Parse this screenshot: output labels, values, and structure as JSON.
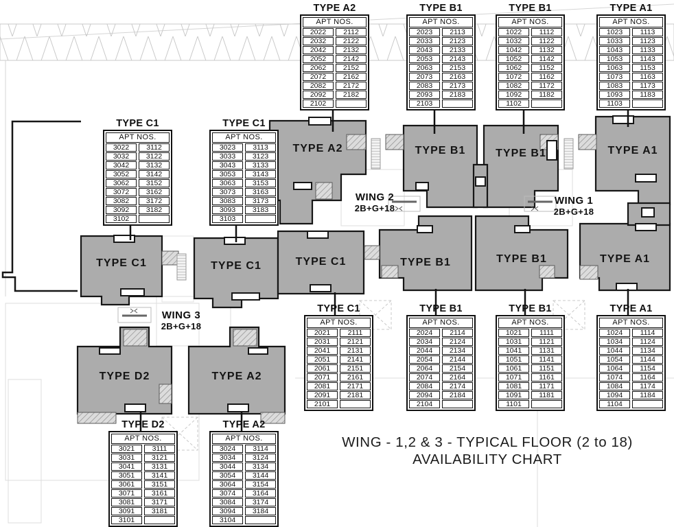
{
  "title": {
    "line1": "WING - 1,2 & 3 - TYPICAL FLOOR (2 to 18)",
    "line2": "AVAILABILITY CHART"
  },
  "header_label": "APT NOS.",
  "wings": [
    {
      "name": "WING 2",
      "sub": "2B+G+18"
    },
    {
      "name": "WING 1",
      "sub": "2B+G+18"
    },
    {
      "name": "WING 3",
      "sub": "2B+G+18"
    }
  ],
  "blocks": [
    {
      "label": "TYPE A2"
    },
    {
      "label": "TYPE B1"
    },
    {
      "label": "TYPE B1"
    },
    {
      "label": "TYPE A1"
    },
    {
      "label": "TYPE C1"
    },
    {
      "label": "TYPE C1"
    },
    {
      "label": "TYPE C1"
    },
    {
      "label": "TYPE B1"
    },
    {
      "label": "TYPE B1"
    },
    {
      "label": "TYPE A1"
    },
    {
      "label": "TYPE D2"
    },
    {
      "label": "TYPE A2"
    }
  ],
  "tables": [
    {
      "id": "a2-top",
      "type": "TYPE A2",
      "rows": [
        [
          "2022",
          "2112"
        ],
        [
          "2032",
          "2122"
        ],
        [
          "2042",
          "2132"
        ],
        [
          "2052",
          "2142"
        ],
        [
          "2062",
          "2152"
        ],
        [
          "2072",
          "2162"
        ],
        [
          "2082",
          "2172"
        ],
        [
          "2092",
          "2182"
        ],
        [
          "2102",
          ""
        ]
      ]
    },
    {
      "id": "b1-top-w2",
      "type": "TYPE B1",
      "rows": [
        [
          "2023",
          "2113"
        ],
        [
          "2033",
          "2123"
        ],
        [
          "2043",
          "2133"
        ],
        [
          "2053",
          "2143"
        ],
        [
          "2063",
          "2153"
        ],
        [
          "2073",
          "2163"
        ],
        [
          "2083",
          "2173"
        ],
        [
          "2093",
          "2183"
        ],
        [
          "2103",
          ""
        ]
      ]
    },
    {
      "id": "b1-top-w1",
      "type": "TYPE B1",
      "rows": [
        [
          "1022",
          "1112"
        ],
        [
          "1032",
          "1122"
        ],
        [
          "1042",
          "1132"
        ],
        [
          "1052",
          "1142"
        ],
        [
          "1062",
          "1152"
        ],
        [
          "1072",
          "1162"
        ],
        [
          "1082",
          "1172"
        ],
        [
          "1092",
          "1182"
        ],
        [
          "1102",
          ""
        ]
      ]
    },
    {
      "id": "a1-top",
      "type": "TYPE A1",
      "rows": [
        [
          "1023",
          "1113"
        ],
        [
          "1033",
          "1123"
        ],
        [
          "1043",
          "1133"
        ],
        [
          "1053",
          "1143"
        ],
        [
          "1063",
          "1153"
        ],
        [
          "1073",
          "1163"
        ],
        [
          "1083",
          "1173"
        ],
        [
          "1093",
          "1183"
        ],
        [
          "1103",
          ""
        ]
      ]
    },
    {
      "id": "c1-left-1",
      "type": "TYPE C1",
      "rows": [
        [
          "3022",
          "3112"
        ],
        [
          "3032",
          "3122"
        ],
        [
          "3042",
          "3132"
        ],
        [
          "3052",
          "3142"
        ],
        [
          "3062",
          "3152"
        ],
        [
          "3072",
          "3162"
        ],
        [
          "3082",
          "3172"
        ],
        [
          "3092",
          "3182"
        ],
        [
          "3102",
          ""
        ]
      ]
    },
    {
      "id": "c1-left-2",
      "type": "TYPE C1",
      "rows": [
        [
          "3023",
          "3113"
        ],
        [
          "3033",
          "3123"
        ],
        [
          "3043",
          "3133"
        ],
        [
          "3053",
          "3143"
        ],
        [
          "3063",
          "3153"
        ],
        [
          "3073",
          "3163"
        ],
        [
          "3083",
          "3173"
        ],
        [
          "3093",
          "3183"
        ],
        [
          "3103",
          ""
        ]
      ]
    },
    {
      "id": "c1-bottom",
      "type": "TYPE C1",
      "rows": [
        [
          "2021",
          "2111"
        ],
        [
          "2031",
          "2121"
        ],
        [
          "2041",
          "2131"
        ],
        [
          "2051",
          "2141"
        ],
        [
          "2061",
          "2151"
        ],
        [
          "2071",
          "2161"
        ],
        [
          "2081",
          "2171"
        ],
        [
          "2091",
          "2181"
        ],
        [
          "2101",
          ""
        ]
      ]
    },
    {
      "id": "b1-bottom-w2",
      "type": "TYPE B1",
      "rows": [
        [
          "2024",
          "2114"
        ],
        [
          "2034",
          "2124"
        ],
        [
          "2044",
          "2134"
        ],
        [
          "2054",
          "2144"
        ],
        [
          "2064",
          "2154"
        ],
        [
          "2074",
          "2164"
        ],
        [
          "2084",
          "2174"
        ],
        [
          "2094",
          "2184"
        ],
        [
          "2104",
          ""
        ]
      ]
    },
    {
      "id": "b1-bottom-w1",
      "type": "TYPE B1",
      "rows": [
        [
          "1021",
          "1111"
        ],
        [
          "1031",
          "1121"
        ],
        [
          "1041",
          "1131"
        ],
        [
          "1051",
          "1141"
        ],
        [
          "1061",
          "1151"
        ],
        [
          "1071",
          "1161"
        ],
        [
          "1081",
          "1171"
        ],
        [
          "1091",
          "1181"
        ],
        [
          "1101",
          ""
        ]
      ]
    },
    {
      "id": "a1-bottom",
      "type": "TYPE A1",
      "rows": [
        [
          "1024",
          "1114"
        ],
        [
          "1034",
          "1124"
        ],
        [
          "1044",
          "1134"
        ],
        [
          "1054",
          "1144"
        ],
        [
          "1064",
          "1154"
        ],
        [
          "1074",
          "1164"
        ],
        [
          "1084",
          "1174"
        ],
        [
          "1094",
          "1184"
        ],
        [
          "1104",
          ""
        ]
      ]
    },
    {
      "id": "d2-bottom",
      "type": "TYPE D2",
      "rows": [
        [
          "3021",
          "3111"
        ],
        [
          "3031",
          "3121"
        ],
        [
          "3041",
          "3131"
        ],
        [
          "3051",
          "3141"
        ],
        [
          "3061",
          "3151"
        ],
        [
          "3071",
          "3161"
        ],
        [
          "3081",
          "3171"
        ],
        [
          "3091",
          "3181"
        ],
        [
          "3101",
          ""
        ]
      ]
    },
    {
      "id": "a2-bottom",
      "type": "TYPE A2",
      "rows": [
        [
          "3024",
          "3114"
        ],
        [
          "3034",
          "3124"
        ],
        [
          "3044",
          "3134"
        ],
        [
          "3054",
          "3144"
        ],
        [
          "3064",
          "3154"
        ],
        [
          "3074",
          "3164"
        ],
        [
          "3084",
          "3174"
        ],
        [
          "3094",
          "3184"
        ],
        [
          "3104",
          ""
        ]
      ]
    }
  ],
  "colors": {
    "building_fill": "#ACACAC",
    "outline": "#161616",
    "hatch_fill": "#dcdcdc",
    "hatch_line": "#8f8f8f",
    "faint_line": "#d5d5d5",
    "text": "#111111"
  }
}
